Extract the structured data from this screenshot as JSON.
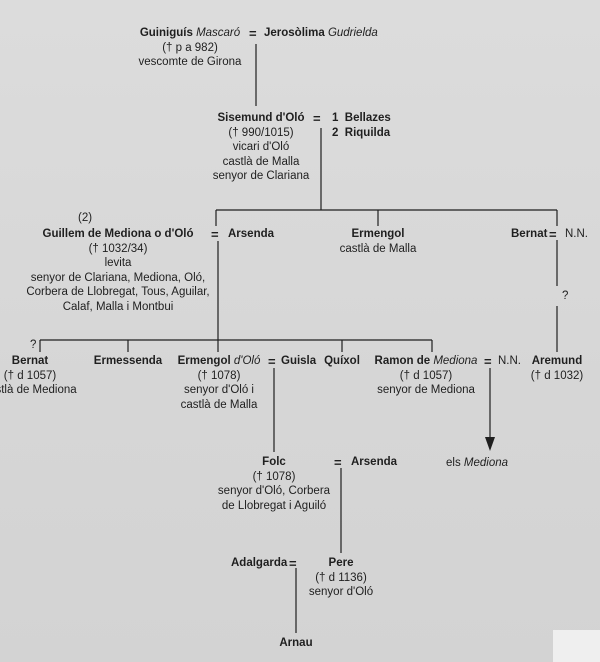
{
  "nodes": {
    "guinigis": {
      "name": "Guiniguís",
      "surname": "Mascaró",
      "lines": [
        "(† p a 982)",
        "vescomte de Girona"
      ]
    },
    "jerosolima": {
      "name": "Jerosòlima",
      "surname": "Gudrielda"
    },
    "sisemund": {
      "name": "Sisemund d'Oló",
      "lines": [
        "(† 990/1015)",
        "vicari d'Oló",
        "castlà de Malla",
        "senyor de Clariana"
      ]
    },
    "wives_sisemund": [
      "1  Bellazes",
      "2  Riquilda"
    ],
    "guillem": {
      "prefix": "(2)",
      "name": "Guillem de Mediona o d'Oló",
      "lines": [
        "(† 1032/34)",
        "levita",
        "senyor de Clariana, Mediona, Oló,",
        "Corbera de Llobregat, Tous, Aguilar,",
        "Calaf, Malla i Montbui"
      ]
    },
    "arsenda1": {
      "name": "Arsenda"
    },
    "ermengol1": {
      "name": "Ermengol",
      "lines": [
        "castlà de Malla"
      ]
    },
    "bernat1": {
      "name": "Bernat"
    },
    "nn1": {
      "name": "N.N."
    },
    "bernat2": {
      "prefix": "?",
      "name": "Bernat",
      "lines": [
        "(† d 1057)",
        "castlà de Mediona"
      ]
    },
    "ermessenda": {
      "name": "Ermessenda"
    },
    "ermengol2": {
      "name": "Ermengol ",
      "surname": "d'Oló",
      "lines": [
        "(† 1078)",
        "senyor d'Oló i",
        "castlà de Malla"
      ]
    },
    "guisla": {
      "name": "Guisla"
    },
    "quixol": {
      "name": "Quíxol"
    },
    "ramon": {
      "name": "Ramon de ",
      "surname": "Mediona",
      "lines": [
        "(† d 1057)",
        "senyor de Mediona"
      ]
    },
    "nn2": {
      "name": "N.N."
    },
    "aremund": {
      "name": "Aremund",
      "lines": [
        "(† d 1032)"
      ]
    },
    "aremund_marker": "?",
    "mediona_family": {
      "prefix": "els ",
      "surname": "Mediona"
    },
    "folc": {
      "name": "Folc",
      "lines": [
        "(† 1078)",
        "senyor d'Oló, Corbera",
        "de Llobregat i Aguiló"
      ]
    },
    "arsenda2": {
      "name": "Arsenda"
    },
    "adalgarda": {
      "name": "Adalgarda"
    },
    "pere": {
      "name": "Pere",
      "lines": [
        "(† d 1136)",
        "senyor d'Oló"
      ]
    },
    "arnau": {
      "name": "Arnau"
    }
  },
  "colors": {
    "background": "#d8d8d8",
    "ink": "#1f1f1f"
  }
}
